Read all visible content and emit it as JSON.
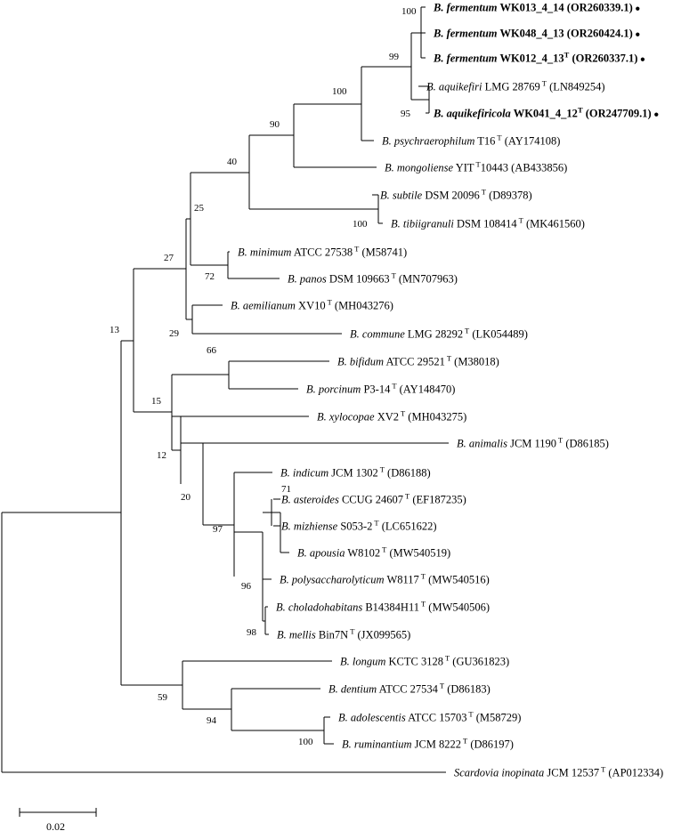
{
  "taxa": [
    {
      "id": "t1",
      "genus": "B.",
      "species": "fermentum",
      "strain": "WK013_4_14",
      "type": "",
      "accession": "(OR260339.1)",
      "bold": true,
      "marked": true
    },
    {
      "id": "t2",
      "genus": "B.",
      "species": "fermentum",
      "strain": "WK048_4_13",
      "type": "",
      "accession": "(OR260424.1)",
      "bold": true,
      "marked": true
    },
    {
      "id": "t3",
      "genus": "B.",
      "species": "fermentum",
      "strain": "WK012_4_13",
      "type": "T",
      "accession": "(OR260337.1)",
      "bold": true,
      "marked": true
    },
    {
      "id": "t4",
      "genus": "B.",
      "species": "aquikefiri",
      "strain": "LMG 28769",
      "type": "T",
      "accession": "(LN849254)",
      "bold": false,
      "marked": false
    },
    {
      "id": "t5",
      "genus": "B.",
      "species": "aquikefiricola",
      "strain": "WK041_4_12",
      "type": "T",
      "accession": "(OR247709.1)",
      "bold": true,
      "marked": true
    },
    {
      "id": "t6",
      "genus": "B.",
      "species": "psychraerophilum",
      "strain": "T16",
      "type": "T",
      "accession": "(AY174108)",
      "bold": false,
      "marked": false
    },
    {
      "id": "t7",
      "genus": "B.",
      "species": "mongoliense",
      "strain": "YIT",
      "type": "T",
      "strain2": "10443",
      "accession": "(AB433856)",
      "bold": false,
      "marked": false
    },
    {
      "id": "t8",
      "genus": "B.",
      "species": "subtile",
      "strain": "DSM 20096",
      "type": "T",
      "accession": "(D89378)",
      "bold": false,
      "marked": false
    },
    {
      "id": "t9",
      "genus": "B.",
      "species": "tibiigranuli",
      "strain": "DSM 108414",
      "type": "T",
      "accession": "(MK461560)",
      "bold": false,
      "marked": false
    },
    {
      "id": "t10",
      "genus": "B.",
      "species": "minimum",
      "strain": "ATCC 27538",
      "type": "T",
      "accession": "(M58741)",
      "bold": false,
      "marked": false
    },
    {
      "id": "t11",
      "genus": "B.",
      "species": "panos",
      "strain": "DSM 109663",
      "type": "T",
      "accession": "(MN707963)",
      "bold": false,
      "marked": false
    },
    {
      "id": "t12",
      "genus": "B.",
      "species": "aemilianum",
      "strain": "XV10",
      "type": "T",
      "accession": "(MH043276)",
      "bold": false,
      "marked": false
    },
    {
      "id": "t13",
      "genus": "B.",
      "species": "commune",
      "strain": "LMG 28292",
      "type": "T",
      "accession": "(LK054489)",
      "bold": false,
      "marked": false
    },
    {
      "id": "t14",
      "genus": "B.",
      "species": "bifidum",
      "strain": "ATCC 29521",
      "type": "T",
      "accession": "(M38018)",
      "bold": false,
      "marked": false
    },
    {
      "id": "t15",
      "genus": "B.",
      "species": "porcinum",
      "strain": "P3-14",
      "type": "T",
      "accession": "(AY148470)",
      "bold": false,
      "marked": false
    },
    {
      "id": "t16",
      "genus": "B.",
      "species": "xylocopae",
      "strain": "XV2",
      "type": "T",
      "accession": "(MH043275)",
      "bold": false,
      "marked": false
    },
    {
      "id": "t17",
      "genus": "B.",
      "species": "animalis",
      "strain": "JCM 1190",
      "type": "T",
      "accession": "(D86185)",
      "bold": false,
      "marked": false
    },
    {
      "id": "t18",
      "genus": "B.",
      "species": "indicum",
      "strain": "JCM 1302",
      "type": "T",
      "accession": "(D86188)",
      "bold": false,
      "marked": false
    },
    {
      "id": "t19",
      "genus": "B.",
      "species": "asteroides",
      "strain": "CCUG 24607",
      "type": "T",
      "accession": "(EF187235)",
      "bold": false,
      "marked": false
    },
    {
      "id": "t20",
      "genus": "B.",
      "species": "mizhiense",
      "strain": "S053-2",
      "type": "T",
      "accession": "(LC651622)",
      "bold": false,
      "marked": false
    },
    {
      "id": "t21",
      "genus": "B.",
      "species": "apousia",
      "strain": "W8102",
      "type": "T",
      "accession": "(MW540519)",
      "bold": false,
      "marked": false
    },
    {
      "id": "t22",
      "genus": "B.",
      "species": "polysaccharolyticum",
      "strain": "W8117",
      "type": "T",
      "accession": "(MW540516)",
      "bold": false,
      "marked": false
    },
    {
      "id": "t23",
      "genus": "B.",
      "species": "choladohabitans",
      "strain": "B14384H11",
      "type": "T",
      "accession": "(MW540506)",
      "bold": false,
      "marked": false
    },
    {
      "id": "t24",
      "genus": "B.",
      "species": "mellis",
      "strain": "Bin7N",
      "type": "T",
      "accession": "(JX099565)",
      "bold": false,
      "marked": false
    },
    {
      "id": "t25",
      "genus": "B.",
      "species": "longum",
      "strain": "KCTC 3128",
      "type": "T",
      "accession": "(GU361823)",
      "bold": false,
      "marked": false
    },
    {
      "id": "t26",
      "genus": "B.",
      "species": "dentium",
      "strain": "ATCC 27534",
      "type": "T",
      "accession": "(D86183)",
      "bold": false,
      "marked": false
    },
    {
      "id": "t27",
      "genus": "B.",
      "species": "adolescentis",
      "strain": "ATCC 15703",
      "type": "T",
      "accession": "(M58729)",
      "bold": false,
      "marked": false
    },
    {
      "id": "t28",
      "genus": "B.",
      "species": "ruminantium",
      "strain": "JCM 8222",
      "type": "T",
      "accession": "(D86197)",
      "bold": false,
      "marked": false
    },
    {
      "id": "t29",
      "genus": "Scardovia",
      "species": "inopinata",
      "strain": "JCM 12537",
      "type": "T",
      "accession": "(AP012334)",
      "bold": false,
      "marked": false
    }
  ],
  "bootstrap": {
    "b1": "100",
    "b2": "99",
    "b3": "95",
    "b4": "100",
    "b5": "90",
    "b6": "40",
    "b7": "100",
    "b8": "25",
    "b9": "72",
    "b10": "27",
    "b11": "29",
    "b12": "13",
    "b13": "66",
    "b14": "15",
    "b15": "12",
    "b16": "20",
    "b17": "97",
    "b18": "71",
    "b19": "96",
    "b20": "98",
    "b21": "59",
    "b22": "94",
    "b23": "100"
  },
  "scale": {
    "label": "0.02"
  },
  "marker_glyph": "●"
}
